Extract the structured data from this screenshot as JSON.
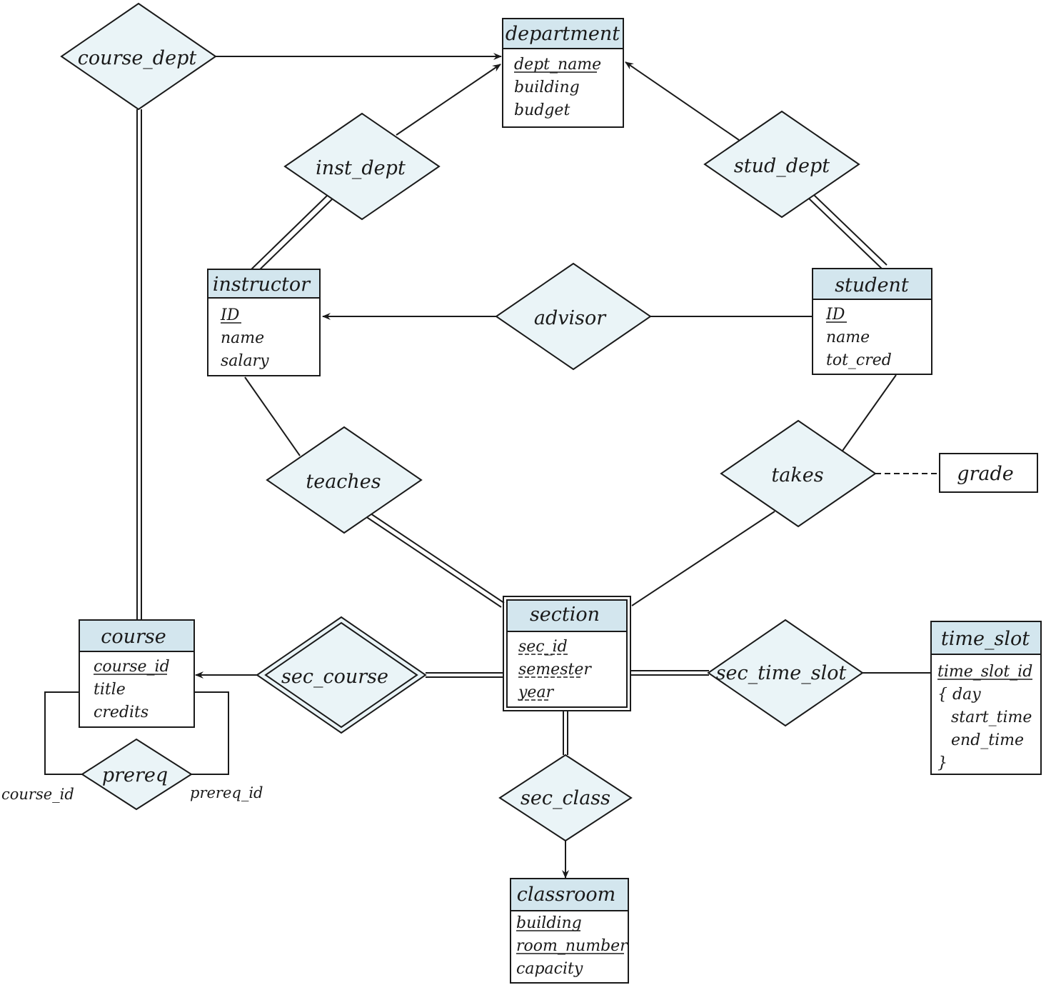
{
  "entities": {
    "department": {
      "title": "department",
      "attrs": [
        "dept_name",
        "building",
        "budget"
      ]
    },
    "instructor": {
      "title": "instructor",
      "attrs": [
        "ID",
        "name",
        "salary"
      ]
    },
    "student": {
      "title": "student",
      "attrs": [
        "ID",
        "name",
        "tot_cred"
      ]
    },
    "course": {
      "title": "course",
      "attrs": [
        "course_id",
        "title",
        "credits"
      ]
    },
    "section": {
      "title": "section",
      "attrs": [
        "sec_id",
        "semester",
        "year"
      ]
    },
    "time_slot": {
      "title": "time_slot",
      "attrs": [
        "time_slot_id",
        "{",
        "day",
        "start_time",
        "end_time",
        "}"
      ]
    },
    "classroom": {
      "title": "classroom",
      "attrs": [
        "building",
        "room_number",
        "capacity"
      ]
    }
  },
  "relationships": {
    "course_dept": "course_dept",
    "inst_dept": "inst_dept",
    "stud_dept": "stud_dept",
    "advisor": "advisor",
    "teaches": "teaches",
    "takes": "takes",
    "sec_course": "sec_course",
    "sec_time_slot": "sec_time_slot",
    "sec_class": "sec_class",
    "prereq": "prereq"
  },
  "attribute_boxes": {
    "grade": "grade"
  },
  "role_labels": {
    "course_id": "course_id",
    "prereq_id": "prereq_id"
  }
}
